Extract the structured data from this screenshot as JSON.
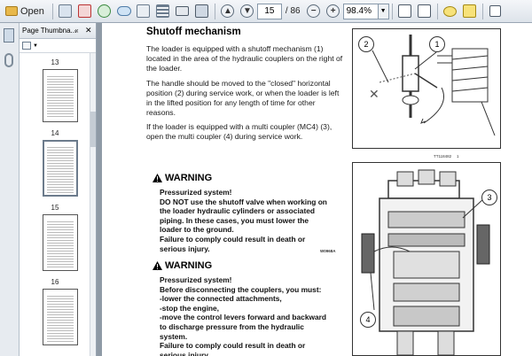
{
  "toolbar": {
    "open_label": "Open",
    "page_current": "15",
    "page_total": "/ 86",
    "zoom": "98.4%"
  },
  "panel": {
    "title": "Page Thumbna..."
  },
  "thumbnails": [
    {
      "label": "13"
    },
    {
      "label": "14"
    },
    {
      "label": "15"
    },
    {
      "label": "16"
    }
  ],
  "page": {
    "heading": "Shutoff mechanism",
    "para1": "The loader is equipped with a shutoff mechanism (1) located in the area of the hydraulic couplers on the right of the loader.",
    "para2": "The handle should be moved to the \"closed\" horizontal position (2) during service work, or when the loader is left in the lifted position for any length of time for other reasons.",
    "para3": "If the loader is equipped with a multi coupler (MC4) (3), open the multi coupler (4) during service work.",
    "warning1": {
      "title": "WARNING",
      "lines": [
        "Pressurized system!",
        "DO NOT use the shutoff valve when working on the loader hydraulic cylinders or associated piping. In these cases, you must lower the loader to the ground.",
        "Failure to comply could result in death or serious injury."
      ],
      "code": "W0968A"
    },
    "warning2": {
      "title": "WARNING",
      "lines": [
        "Pressurized system!",
        "Before disconnecting the couplers, you must:",
        "-lower the connected attachments,",
        "-stop the engine,",
        "-move the control levers forward and backward to discharge pressure from the hydraulic system.",
        "Failure to comply could result in death or serious injury."
      ]
    },
    "figure1": {
      "caption": "TT118482",
      "callouts": [
        "1",
        "2"
      ],
      "number": "1"
    },
    "figure2": {
      "callouts": [
        "3",
        "4"
      ]
    }
  },
  "colors": {
    "toolbar_top": "#f4f6f9",
    "panel_gap": "#8f9aa6",
    "open_icon": "#e8b84a",
    "warning_triangle": "#000000"
  }
}
